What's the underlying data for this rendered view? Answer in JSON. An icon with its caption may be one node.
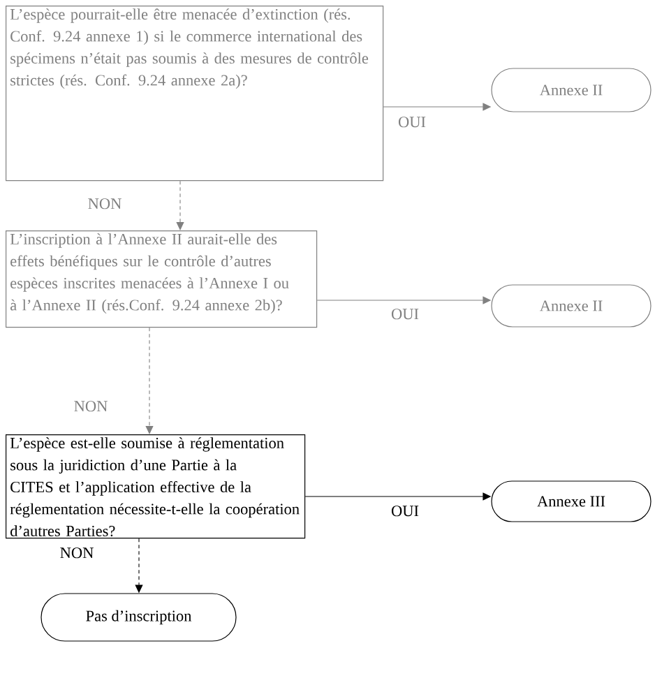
{
  "diagram": {
    "nodes": [
      {
        "text": [
          "L’espèce pourrait-elle être menacée d’extinction (rés. Conf. 9.24 annexe 1) si le commerce international des spécimens n’était pas soumis à des mesures de contrôle strictes (rés. Conf. 9.24 annexe 2a)?"
        ]
      },
      {
        "text": [
          "Annexe II"
        ]
      },
      {
        "text": [
          "L’inscription à l’Annexe II aurait-elle des effets bénéfiques sur le contrôle d’autres espèces inscrites menacées à l’Annexe I ou à l’Annexe II (rés.Conf. 9.24 annexe 2b)?"
        ]
      },
      {
        "text": [
          "Annexe II"
        ]
      },
      {
        "text": [
          "L’espèce est-elle soumise à réglementation sous la juridiction d’une Partie à la CITES et l’application effective de la réglementation nécessite-t-elle la coopération d’autres Parties?"
        ]
      },
      {
        "text": [
          "Annexe III"
        ]
      },
      {
        "text": [
          "Pas d’inscription"
        ]
      }
    ],
    "edges": [
      {
        "from": 0,
        "to": 1,
        "arrow": "to",
        "label": "OUI",
        "color": "#808080"
      },
      {
        "from": 0,
        "to": 2,
        "arrow": "to",
        "label": "NON",
        "style": "dashed",
        "color": "#808080"
      },
      {
        "from": 2,
        "to": 3,
        "arrow": "to",
        "label": "OUI",
        "color": "#808080"
      },
      {
        "from": 2,
        "to": 4,
        "arrow": "to",
        "label": "NON",
        "style": "dashed",
        "color": "#808080"
      },
      {
        "from": 4,
        "to": 5,
        "arrow": "to",
        "label": "OUI",
        "color": "#000000"
      },
      {
        "from": 4,
        "to": 6,
        "arrow": "to",
        "label": "NON",
        "style": "dashed",
        "color": "#000000"
      }
    ]
  }
}
